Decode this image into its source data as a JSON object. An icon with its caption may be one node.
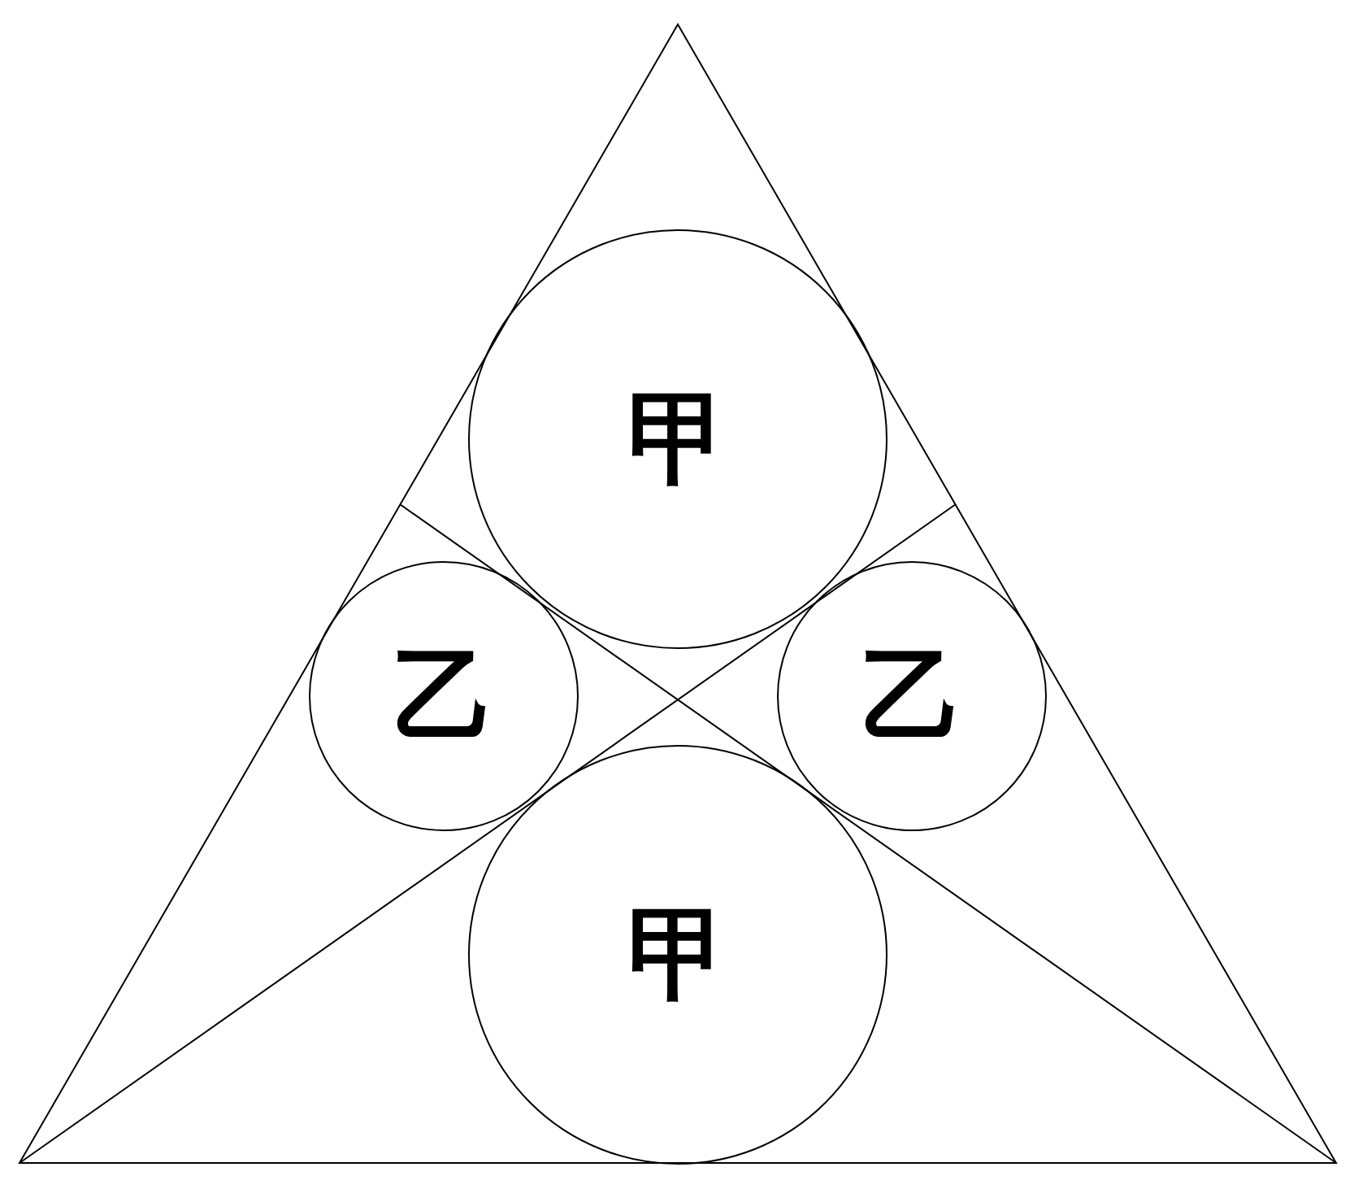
{
  "diagram": {
    "nodes": [
      {
        "text": [
          "甲"
        ]
      },
      {
        "text": [
          "乙"
        ]
      },
      {
        "text": [
          "乙"
        ]
      },
      {
        "text": [
          "甲"
        ]
      }
    ]
  }
}
